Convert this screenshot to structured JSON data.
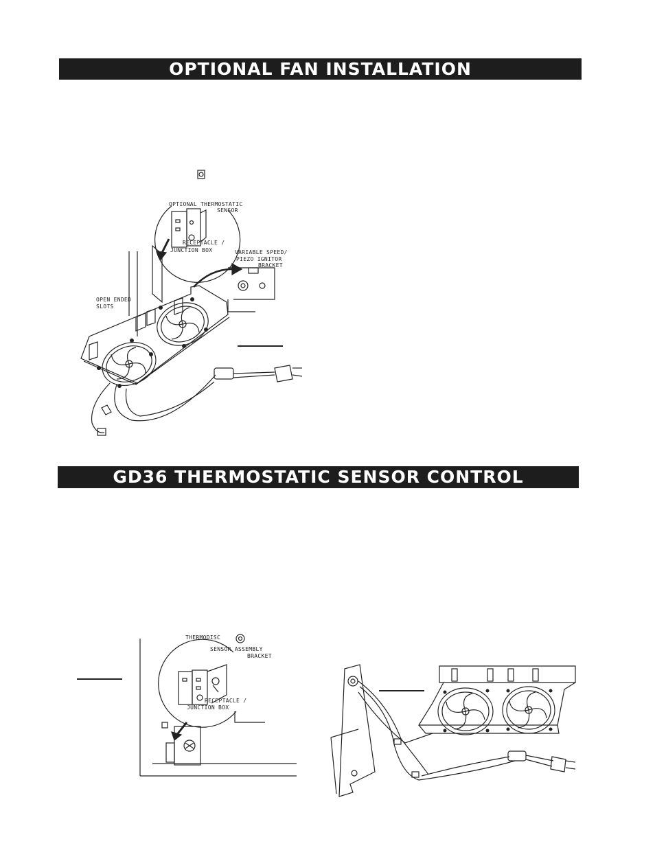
{
  "sections": {
    "fan_installation": {
      "title": "OPTIONAL FAN INSTALLATION"
    },
    "thermostatic_sensor": {
      "title": "GD36 THERMOSTATIC SENSOR CONTROL"
    }
  },
  "figure_fan": {
    "labels": {
      "thermostatic_sensor_1": "OPTIONAL THERMOSTATIC",
      "thermostatic_sensor_2": "SENSOR",
      "receptacle_1": "RECEPTACLE /",
      "receptacle_2": "JUNCTION BOX",
      "variable_speed_1": "VARIABLE SPEED/",
      "variable_speed_2": "PIEZO IGNITOR",
      "variable_speed_3": "BRACKET",
      "slots_1": "OPEN ENDED",
      "slots_2": "SLOTS"
    }
  },
  "figure_sensor": {
    "labels": {
      "thermodisc": "THERMODISC",
      "bracket_1": "SENSOR ASSEMBLY",
      "bracket_2": "BRACKET",
      "receptacle_1": "RECEPTACLE /",
      "receptacle_2": "JUNCTION BOX"
    }
  },
  "icons": [
    "fan-icon",
    "power-plug-icon",
    "arrow-icon",
    "thermodisc-icon"
  ]
}
